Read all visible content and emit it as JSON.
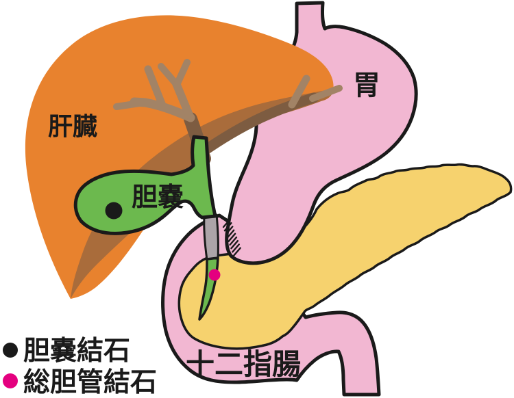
{
  "figure": {
    "type": "anatomical-diagram",
    "labels": {
      "liver": "肝臓",
      "stomach": "胃",
      "gallbladder": "胆嚢",
      "duodenum": "十二指腸"
    },
    "legend": {
      "items": [
        {
          "label": "胆嚢結石",
          "color": "#1a1a1a"
        },
        {
          "label": "総胆管結石",
          "color": "#e4007f"
        }
      ]
    },
    "colors": {
      "background": "#ffffff",
      "outline": "#1a1a1a",
      "liver": "#e8822e",
      "liver_underside": "#a96c3b",
      "bile_tree": "#a28366",
      "bile_tree_dark": "#7d5c41",
      "stomach": "#f2b7d2",
      "duodenum": "#f2b7d2",
      "pancreas": "#f6d26e",
      "gallbladder_duct": "#6cb94e",
      "duct_behind_duodenum": "#aca4a8",
      "stone_gallbladder": "#1a1a1a",
      "stone_common_bile_duct": "#e4007f"
    }
  }
}
